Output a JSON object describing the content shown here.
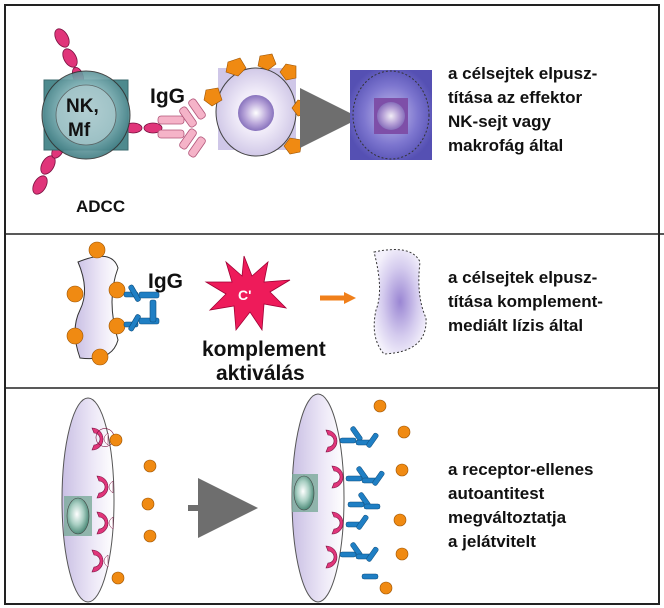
{
  "panels": [
    {
      "id": "adcc",
      "cell_label": [
        "NK,",
        "Mf"
      ],
      "antibody_label": "IgG",
      "mechanism_label": "ADCC",
      "description": [
        "a célsejtek elpusz-",
        "títása az effektor",
        "NK-sejt vagy",
        "makrofág által"
      ]
    },
    {
      "id": "complement",
      "antibody_label": "IgG",
      "star_label": "C'",
      "complement_label": [
        "komplement",
        "aktiválás"
      ],
      "description": [
        "a célsejtek elpusz-",
        "títása komplement-",
        "mediált lízis által"
      ]
    },
    {
      "id": "receptor",
      "description": [
        "a receptor-ellenes",
        "autoantitest",
        "megváltoztatja",
        "a jelátvitelt"
      ]
    }
  ],
  "colors": {
    "frame": "#222222",
    "fc_receptor": "#e0357a",
    "antigen_orange": "#f08a12",
    "antibody_pink": "#f5b3c8",
    "antibody_blue": "#1f7fc4",
    "target_cell": "#e6e0f2",
    "complement_star": "#ee1b5a",
    "arrow_gray": "#6e6e6e",
    "arrow_orange": "#f07f1a"
  }
}
